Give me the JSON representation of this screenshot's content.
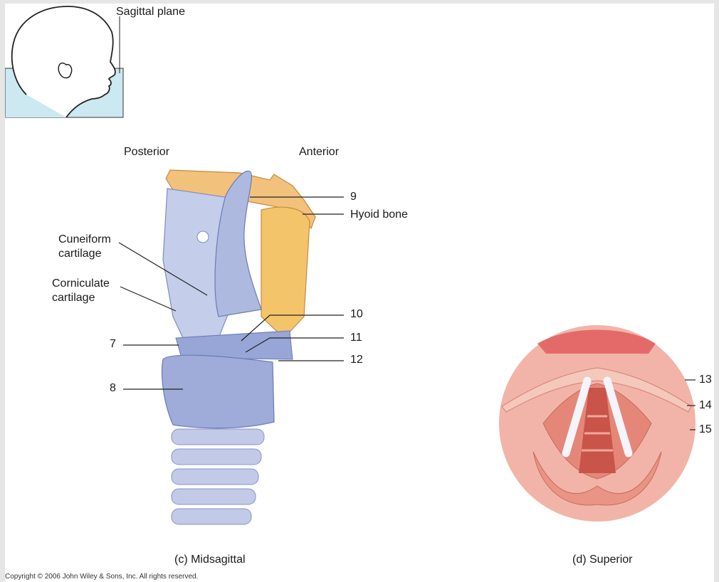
{
  "labels": {
    "sagittal_plane": "Sagittal plane",
    "posterior": "Posterior",
    "anterior": "Anterior",
    "n9": "9",
    "hyoid_bone": "Hyoid bone",
    "cuneiform_line1": "Cuneiform",
    "cuneiform_line2": "cartilage",
    "corniculate_line1": "Corniculate",
    "corniculate_line2": "cartilage",
    "n10": "10",
    "n11": "11",
    "n12": "12",
    "n7": "7",
    "n8": "8",
    "n13": "13",
    "n14": "14",
    "n15": "15",
    "caption_c": "(c) Midsagittal",
    "caption_d": "(d) Superior",
    "copyright": "Copyright © 2006 John Wiley & Sons, Inc.  All rights reserved."
  },
  "colors": {
    "plane_fill": "#cce8f0",
    "cartilage_blue": "#a9b5dc",
    "cartilage_dark": "#7d8cc4",
    "hyoid": "#f2c27c",
    "glottis_pink": "#ef9c8c",
    "cord_white": "#f4f4fa"
  }
}
